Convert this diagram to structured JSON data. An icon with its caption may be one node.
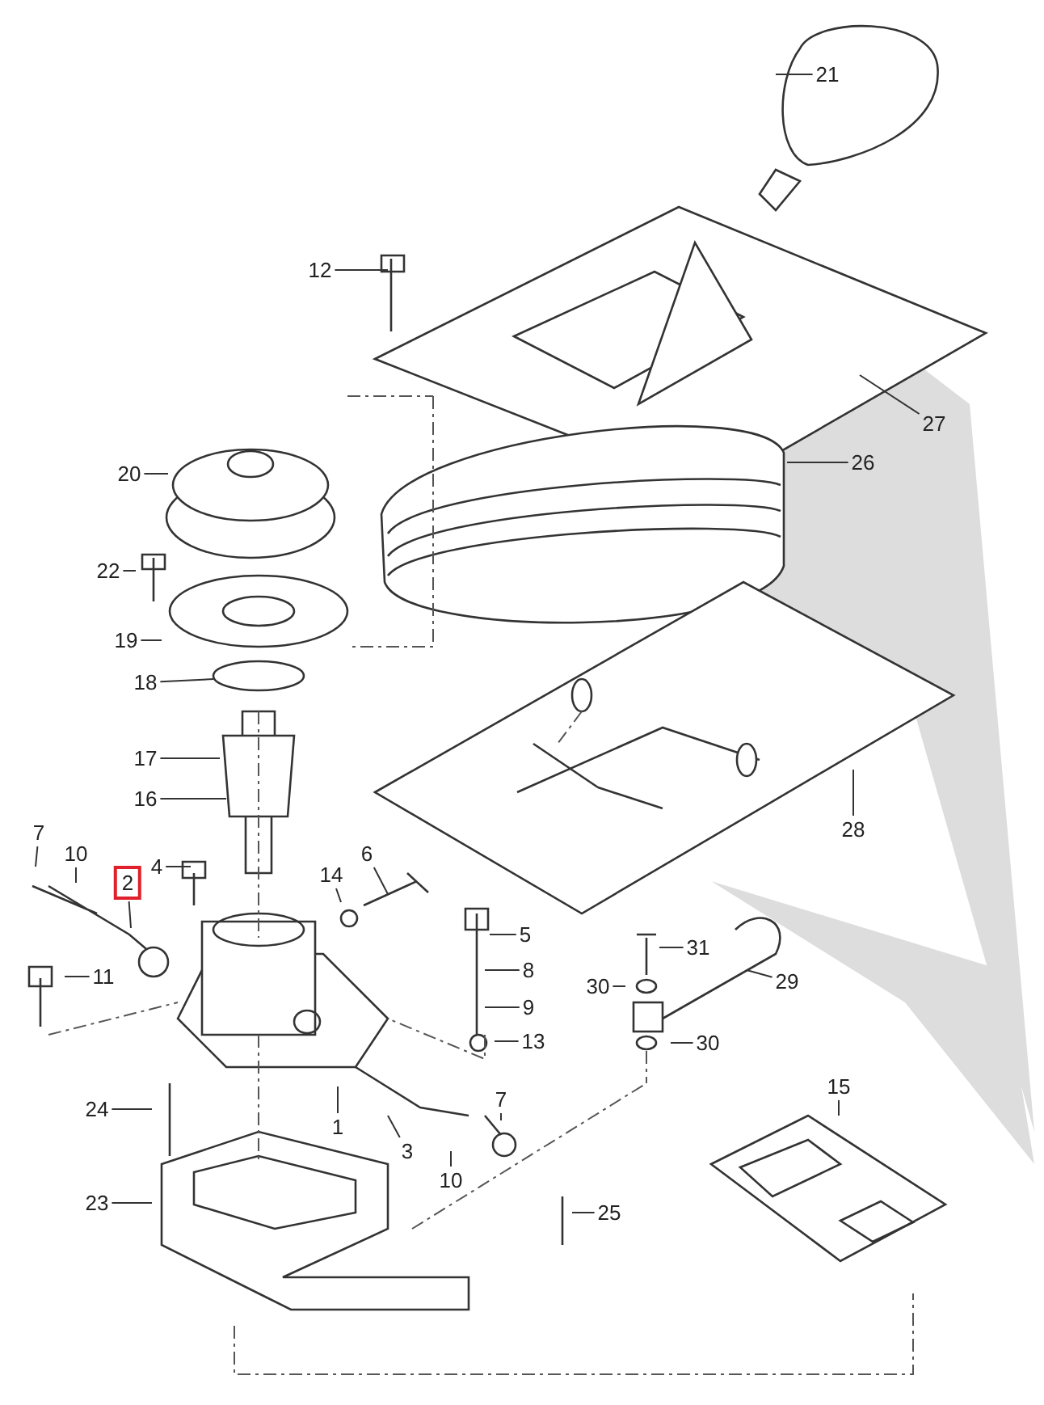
{
  "diagram": {
    "nodes": [
      {
        "text": [
          "21"
        ]
      },
      {
        "text": [
          "12"
        ]
      },
      {
        "text": [
          "27"
        ]
      },
      {
        "text": [
          "26"
        ]
      },
      {
        "text": [
          "20"
        ]
      },
      {
        "text": [
          "22"
        ]
      },
      {
        "text": [
          "19"
        ]
      },
      {
        "text": [
          "18"
        ]
      },
      {
        "text": [
          "17"
        ]
      },
      {
        "text": [
          "16"
        ]
      },
      {
        "text": [
          "28"
        ]
      },
      {
        "text": [
          "7"
        ]
      },
      {
        "text": [
          "10"
        ]
      },
      {
        "text": [
          "2"
        ]
      },
      {
        "text": [
          "4"
        ]
      },
      {
        "text": [
          "14"
        ]
      },
      {
        "text": [
          "6"
        ]
      },
      {
        "text": [
          "5"
        ]
      },
      {
        "text": [
          "8"
        ]
      },
      {
        "text": [
          "9"
        ]
      },
      {
        "text": [
          "13"
        ]
      },
      {
        "text": [
          "11"
        ]
      },
      {
        "text": [
          "31"
        ]
      },
      {
        "text": [
          "30"
        ]
      },
      {
        "text": [
          "29"
        ]
      },
      {
        "text": [
          "30"
        ]
      },
      {
        "text": [
          "15"
        ]
      },
      {
        "text": [
          "1"
        ]
      },
      {
        "text": [
          "3"
        ]
      },
      {
        "text": [
          "10"
        ]
      },
      {
        "text": [
          "7"
        ]
      },
      {
        "text": [
          "24"
        ]
      },
      {
        "text": [
          "23"
        ]
      },
      {
        "text": [
          "25"
        ]
      }
    ],
    "edges": [
      {
        "from": 0,
        "to": null,
        "arrow": "none"
      },
      {
        "from": 1,
        "to": null,
        "arrow": "none"
      },
      {
        "from": 2,
        "to": null,
        "arrow": "none"
      },
      {
        "from": 3,
        "to": null,
        "arrow": "none"
      },
      {
        "from": 4,
        "to": null,
        "arrow": "none"
      },
      {
        "from": 5,
        "to": null,
        "arrow": "none"
      },
      {
        "from": 6,
        "to": null,
        "arrow": "none"
      },
      {
        "from": 7,
        "to": null,
        "arrow": "none"
      },
      {
        "from": 8,
        "to": null,
        "arrow": "none"
      },
      {
        "from": 9,
        "to": null,
        "arrow": "none"
      },
      {
        "from": 10,
        "to": null,
        "arrow": "none"
      },
      {
        "from": 11,
        "to": null,
        "arrow": "none"
      },
      {
        "from": 12,
        "to": null,
        "arrow": "none"
      },
      {
        "from": 13,
        "to": null,
        "arrow": "none"
      },
      {
        "from": 14,
        "to": null,
        "arrow": "none"
      },
      {
        "from": 15,
        "to": null,
        "arrow": "none"
      },
      {
        "from": 16,
        "to": null,
        "arrow": "none"
      },
      {
        "from": 17,
        "to": null,
        "arrow": "none"
      },
      {
        "from": 18,
        "to": null,
        "arrow": "none"
      },
      {
        "from": 19,
        "to": null,
        "arrow": "none"
      },
      {
        "from": 20,
        "to": null,
        "arrow": "none"
      },
      {
        "from": 21,
        "to": null,
        "arrow": "none"
      },
      {
        "from": 22,
        "to": null,
        "arrow": "none"
      },
      {
        "from": 23,
        "to": null,
        "arrow": "none"
      },
      {
        "from": 24,
        "to": null,
        "arrow": "none"
      },
      {
        "from": 25,
        "to": null,
        "arrow": "none"
      },
      {
        "from": 26,
        "to": null,
        "arrow": "none"
      },
      {
        "from": 27,
        "to": null,
        "arrow": "none"
      },
      {
        "from": 28,
        "to": null,
        "arrow": "none"
      },
      {
        "from": 29,
        "to": null,
        "arrow": "none"
      },
      {
        "from": 30,
        "to": null,
        "arrow": "none"
      },
      {
        "from": 31,
        "to": null,
        "arrow": "none"
      },
      {
        "from": 32,
        "to": null,
        "arrow": "none"
      },
      {
        "from": 33,
        "to": null,
        "arrow": "none"
      }
    ]
  }
}
